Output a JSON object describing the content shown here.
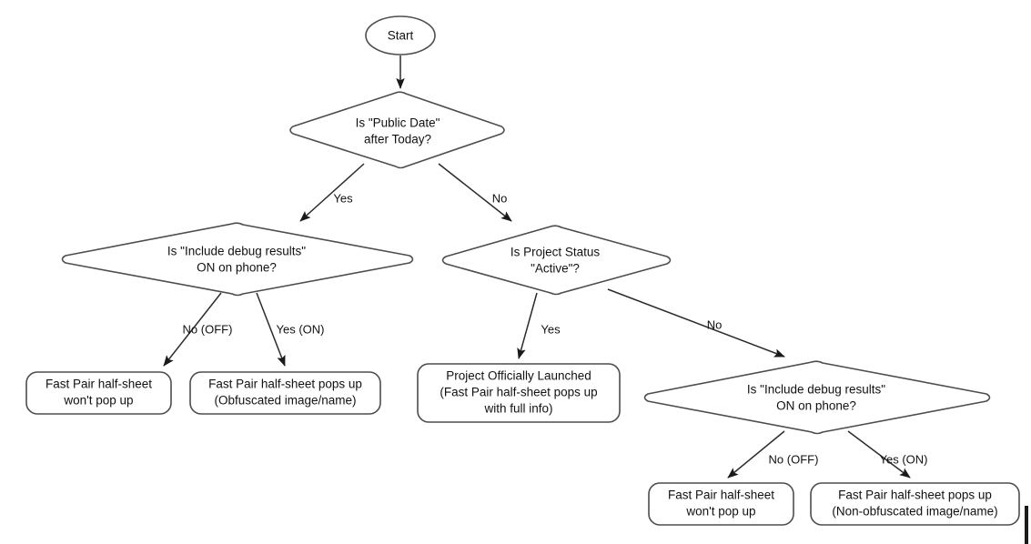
{
  "diagram": {
    "title": "Fast Pair half-sheet visibility decision flow",
    "type": "flowchart",
    "background_color": "#ffffff",
    "stroke_color": "#4d4d4d",
    "text_color": "#111111",
    "nodes": {
      "start": {
        "shape": "ellipse",
        "label": "Start"
      },
      "decision_public_date": {
        "shape": "diamond",
        "line1": "Is \"Public Date\"",
        "line2": "after Today?"
      },
      "decision_debug_left": {
        "shape": "diamond",
        "line1": "Is \"Include debug results\"",
        "line2": "ON on phone?"
      },
      "decision_project_status": {
        "shape": "diamond",
        "line1": "Is Project Status",
        "line2": "\"Active\"?"
      },
      "decision_debug_right": {
        "shape": "diamond",
        "line1": "Is \"Include debug results\"",
        "line2": "ON on phone?"
      },
      "result_left_off": {
        "shape": "rounded-rect",
        "line1": "Fast Pair half-sheet",
        "line2": "won't pop up"
      },
      "result_left_on": {
        "shape": "rounded-rect",
        "line1": "Fast Pair half-sheet pops up",
        "line2": "(Obfuscated image/name)"
      },
      "result_launched": {
        "shape": "rounded-rect",
        "line1": "Project Officially Launched",
        "line2": "(Fast Pair half-sheet pops up",
        "line3": "with full info)"
      },
      "result_right_off": {
        "shape": "rounded-rect",
        "line1": "Fast Pair half-sheet",
        "line2": "won't pop up"
      },
      "result_right_on": {
        "shape": "rounded-rect",
        "line1": "Fast Pair half-sheet pops up",
        "line2": "(Non-obfuscated image/name)"
      }
    },
    "edge_labels": {
      "public_date_yes": "Yes",
      "public_date_no": "No",
      "debug_left_no": "No (OFF)",
      "debug_left_yes": "Yes (ON)",
      "project_status_yes": "Yes",
      "project_status_no": "No",
      "debug_right_no": "No (OFF)",
      "debug_right_yes": "Yes (ON)"
    }
  }
}
